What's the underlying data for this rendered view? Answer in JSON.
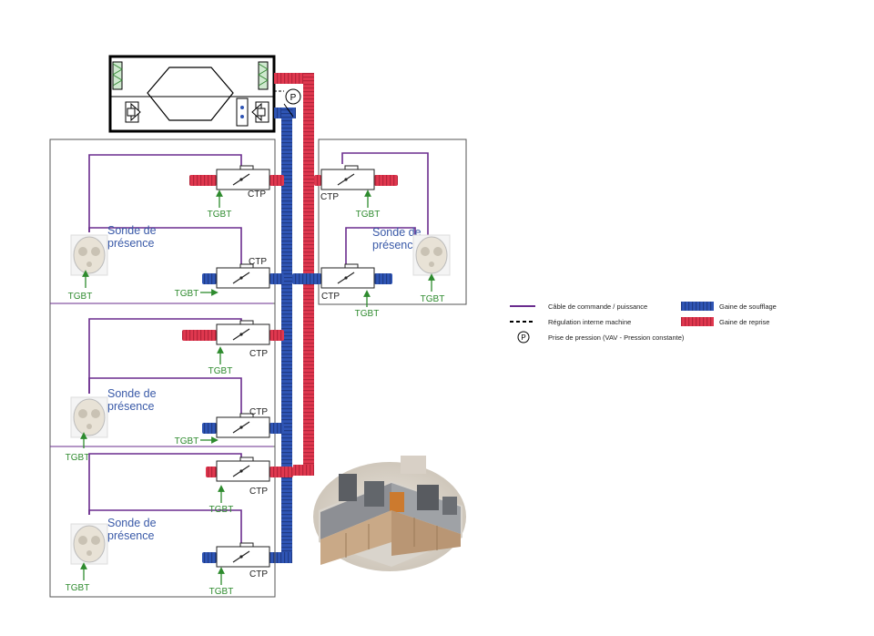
{
  "labels": {
    "ctp": "CTP",
    "tgbt": "TGBT",
    "sonde_line1": "Sonde de",
    "sonde_line2": "présence",
    "pressure_symbol": "P"
  },
  "legend": {
    "cable": "Câble de commande / puissance",
    "regulation": "Régulation interne machine",
    "pressure": "Prise de pression (VAV - Pression constante)",
    "supply_duct": "Gaine de soufflage",
    "return_duct": "Gaine de reprise"
  },
  "colors": {
    "supply": "#2f55b5",
    "return": "#e0384f",
    "cable": "#6a2c8e",
    "tgbt": "#2e8b2e",
    "sonde": "#3a5aa8"
  }
}
